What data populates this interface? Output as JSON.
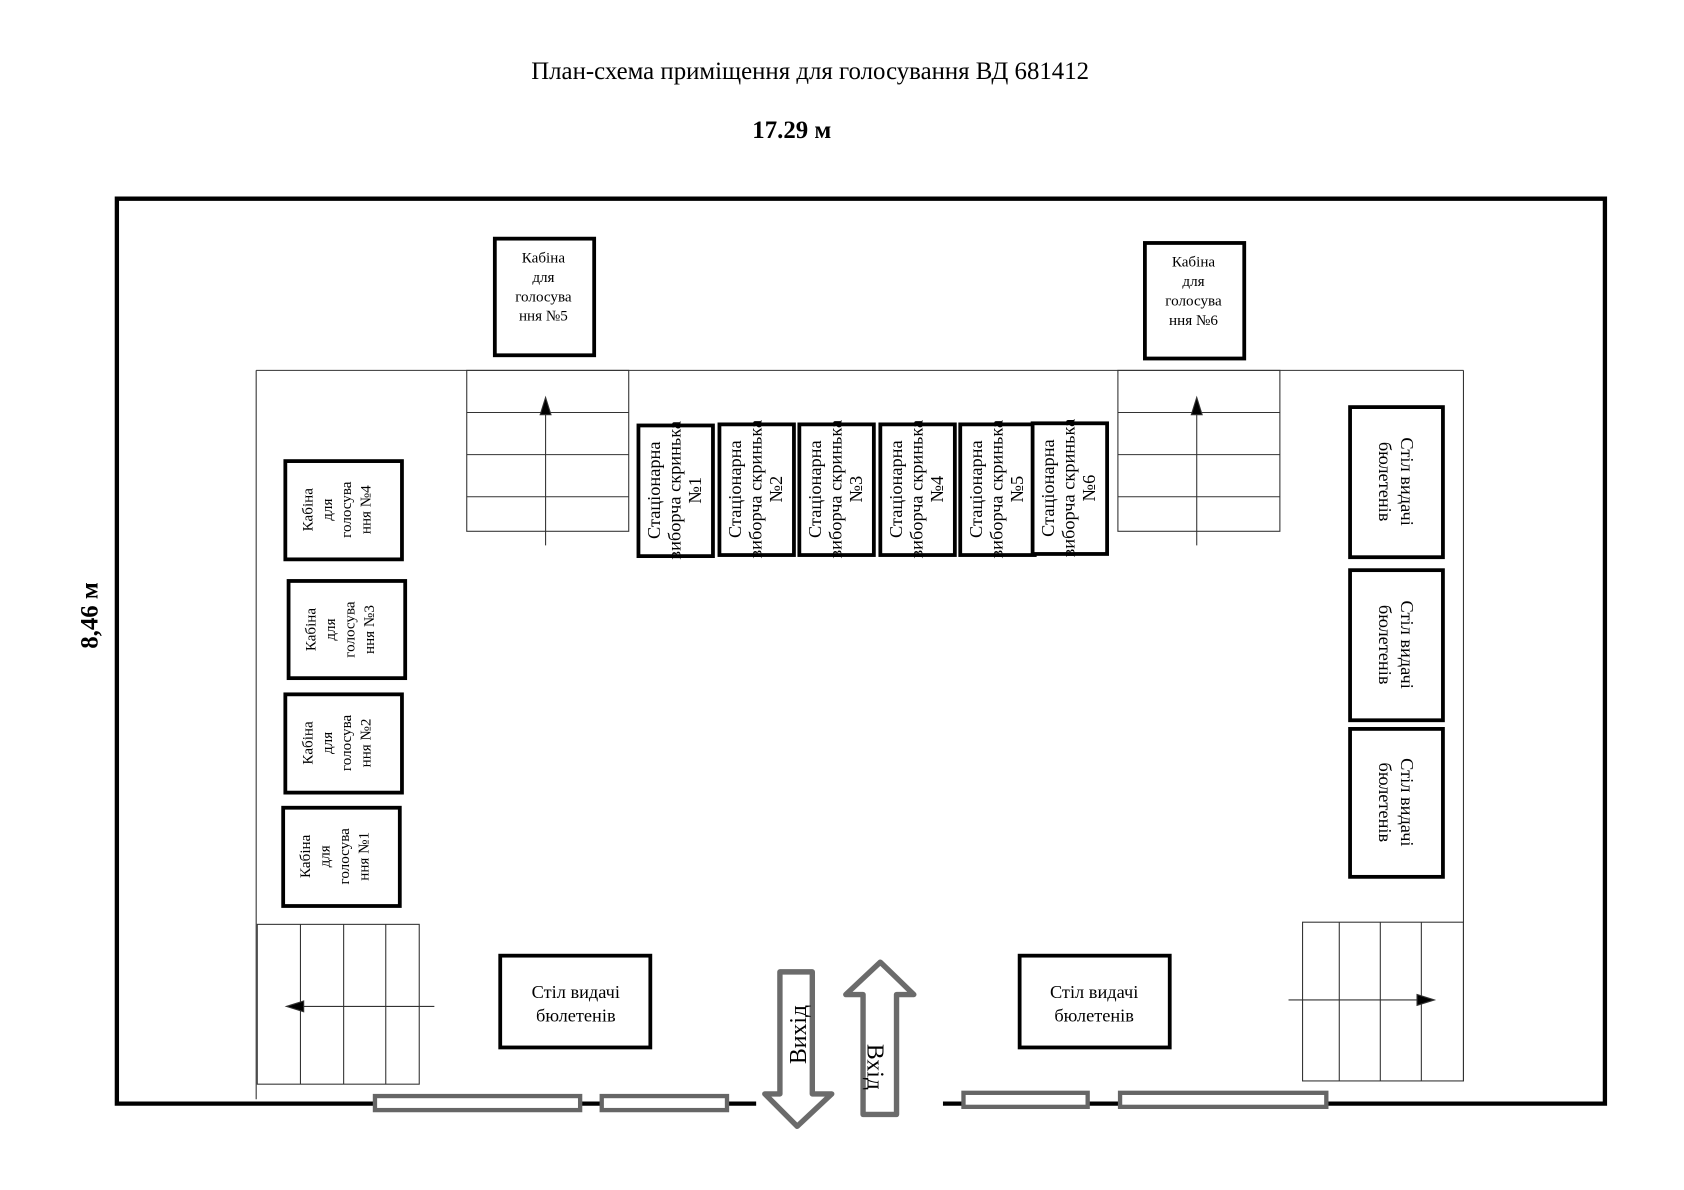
{
  "title": "План-схема приміщення для голосування ВД 681412",
  "dimensions": {
    "width": "17.29 м",
    "height": "8,46 м"
  },
  "booths": [
    {
      "l1": "Кабіна",
      "l2": "для",
      "l3": "голосува",
      "l4": "ння №1"
    },
    {
      "l1": "Кабіна",
      "l2": "для",
      "l3": "голосува",
      "l4": "ння №2"
    },
    {
      "l1": "Кабіна",
      "l2": "для",
      "l3": "голосува",
      "l4": "ння №3"
    },
    {
      "l1": "Кабіна",
      "l2": "для",
      "l3": "голосува",
      "l4": "ння №4"
    },
    {
      "l1": "Кабіна",
      "l2": "для",
      "l3": "голосува",
      "l4": "ння №5"
    },
    {
      "l1": "Кабіна",
      "l2": "для",
      "l3": "голосува",
      "l4": "ння №6"
    }
  ],
  "ballot_boxes": [
    {
      "l1": "Стаціонарна",
      "l2": "виборча скринька",
      "l3": "№1"
    },
    {
      "l1": "Стаціонарна",
      "l2": "виборча скринька",
      "l3": "№2"
    },
    {
      "l1": "Стаціонарна",
      "l2": "виборча скринька",
      "l3": "№3"
    },
    {
      "l1": "Стаціонарна",
      "l2": "виборча скринька",
      "l3": "№4"
    },
    {
      "l1": "Стаціонарна",
      "l2": "виборча скринька",
      "l3": "№5"
    },
    {
      "l1": "Стаціонарна",
      "l2": "виборча скринька",
      "l3": "№6"
    }
  ],
  "tables": {
    "l1": "Стіл видачі",
    "l2": "бюлетенів"
  },
  "exit_label": "Вихід",
  "entry_label": "Вхід"
}
